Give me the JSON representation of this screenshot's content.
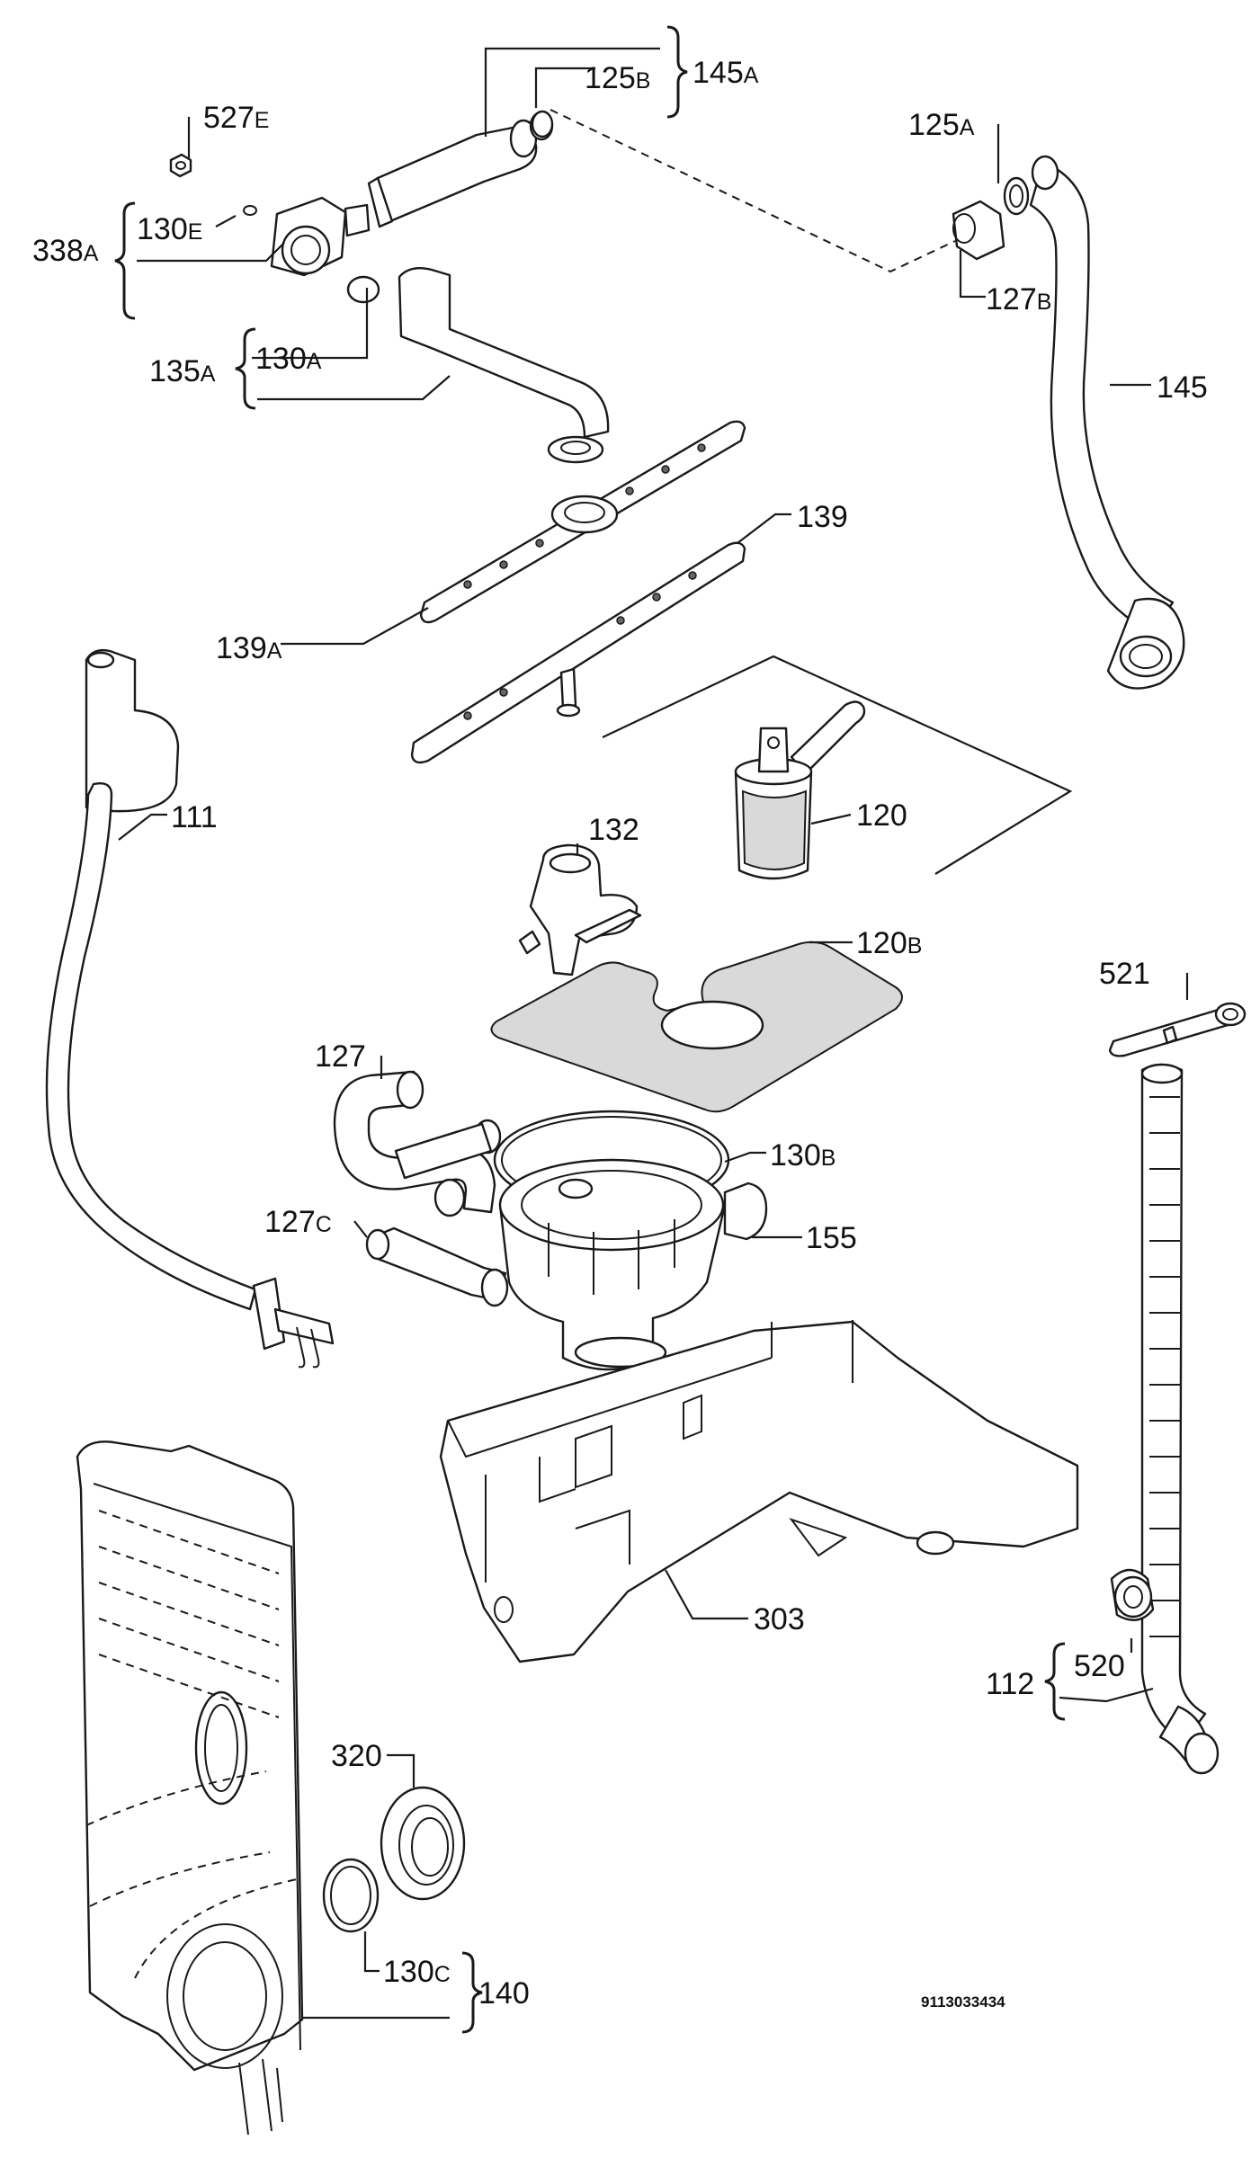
{
  "labels": {
    "l527E": {
      "num": "527",
      "suf": "E"
    },
    "l338A": {
      "num": "338",
      "suf": "A"
    },
    "l130E": {
      "num": "130",
      "suf": "E"
    },
    "l125B": {
      "num": "125",
      "suf": "B"
    },
    "l145A": {
      "num": "145",
      "suf": "A"
    },
    "l125A": {
      "num": "125",
      "suf": "A"
    },
    "l127B": {
      "num": "127",
      "suf": "B"
    },
    "l135A": {
      "num": "135",
      "suf": "A"
    },
    "l130A": {
      "num": "130",
      "suf": "A"
    },
    "l145": "145",
    "l139": "139",
    "l139A": {
      "num": "139",
      "suf": "A"
    },
    "l111": "111",
    "l132": "132",
    "l120": "120",
    "l120B": {
      "num": "120",
      "suf": "B"
    },
    "l521": "521",
    "l127": "127",
    "l130B": {
      "num": "130",
      "suf": "B"
    },
    "l127C": {
      "num": "127",
      "suf": "C"
    },
    "l155": "155",
    "l303": "303",
    "l112": "112",
    "l520": "520",
    "l320": "320",
    "l130C": {
      "num": "130",
      "suf": "C"
    },
    "l140": "140"
  },
  "doc_number": "9113033434"
}
